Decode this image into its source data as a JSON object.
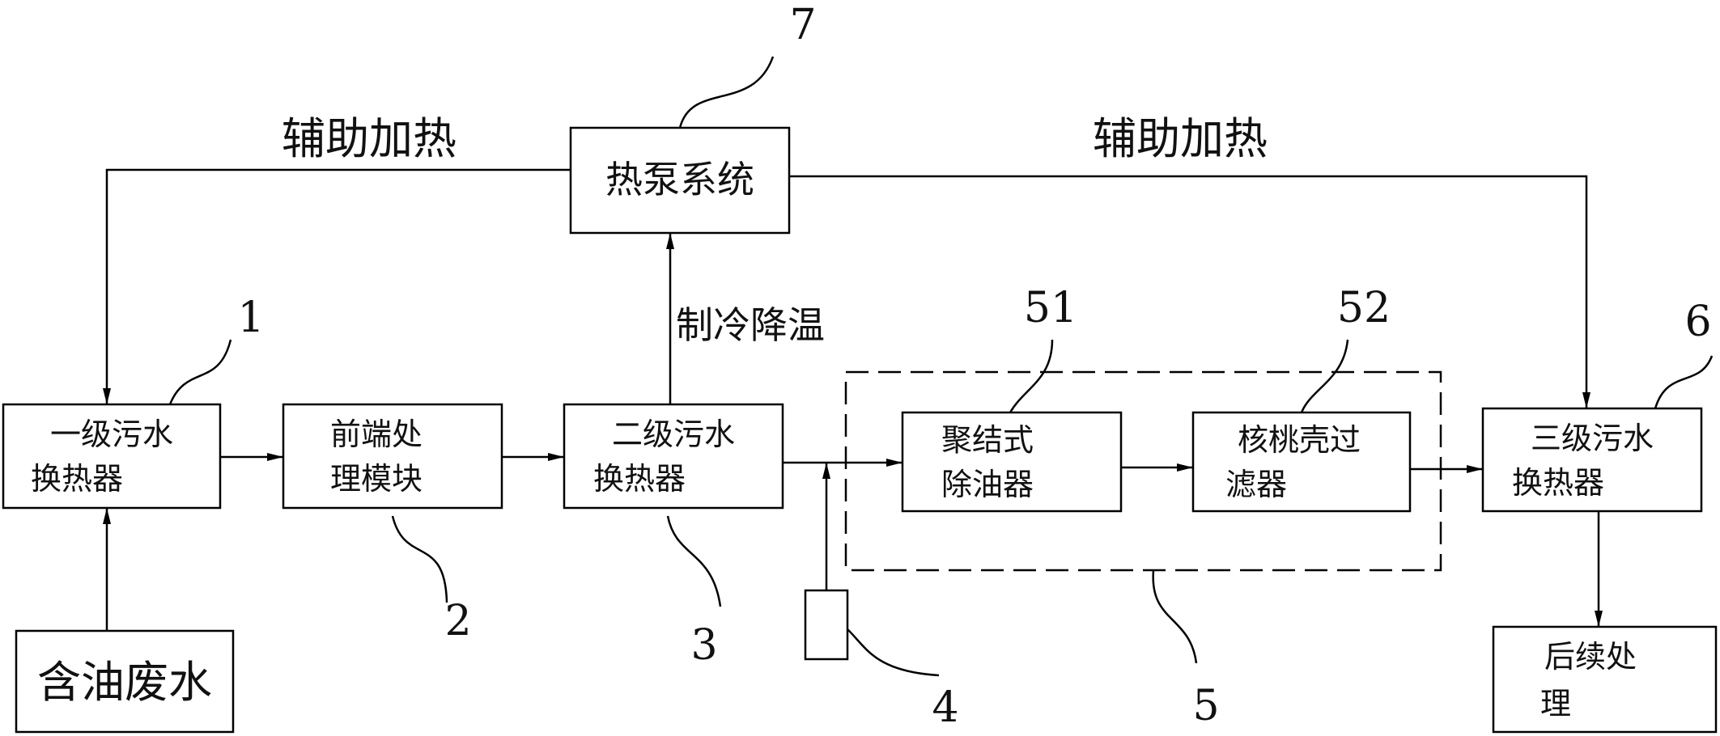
{
  "labels": {
    "aux_heat_left": "辅助加热",
    "aux_heat_right": "辅助加热",
    "cooling": "制冷降温"
  },
  "boxes": {
    "heat_pump": [
      "热泵系统"
    ],
    "hx1": [
      "一级污水",
      "换热器"
    ],
    "front_end": [
      "前端处",
      "理模块"
    ],
    "hx2": [
      "二级污水",
      "换热器"
    ],
    "coalescer": [
      "聚结式",
      "除油器"
    ],
    "walnut_filter": [
      "核桃壳过",
      "滤器"
    ],
    "hx3": [
      "三级污水",
      "换热器"
    ],
    "oily_water": [
      "含油废水"
    ],
    "follow_up": [
      "后续处",
      "理"
    ]
  },
  "numbers": {
    "n1": "1",
    "n2": "2",
    "n3": "3",
    "n4": "4",
    "n5": "5",
    "n6": "6",
    "n7": "7",
    "n51": "51",
    "n52": "52"
  }
}
